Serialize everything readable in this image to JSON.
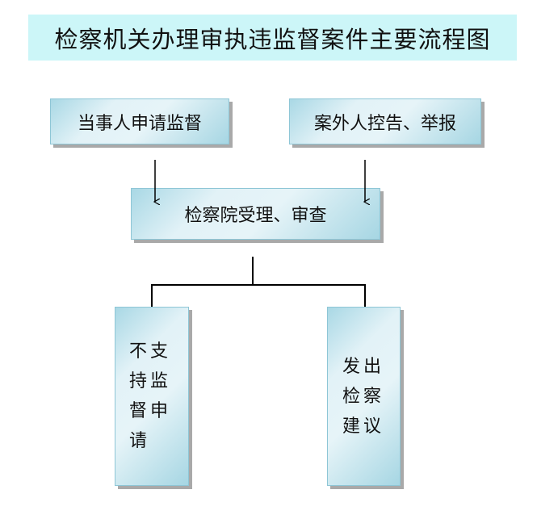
{
  "title": "检察机关办理审执违监督案件主要流程图",
  "nodes": {
    "party_application": "当事人申请监督",
    "outsider_complaint": "案外人控告、举报",
    "procuratorate_review": "检察院受理、审查",
    "not_support": "不支持监督申请",
    "issue_suggestion": "发出检察建议"
  }
}
